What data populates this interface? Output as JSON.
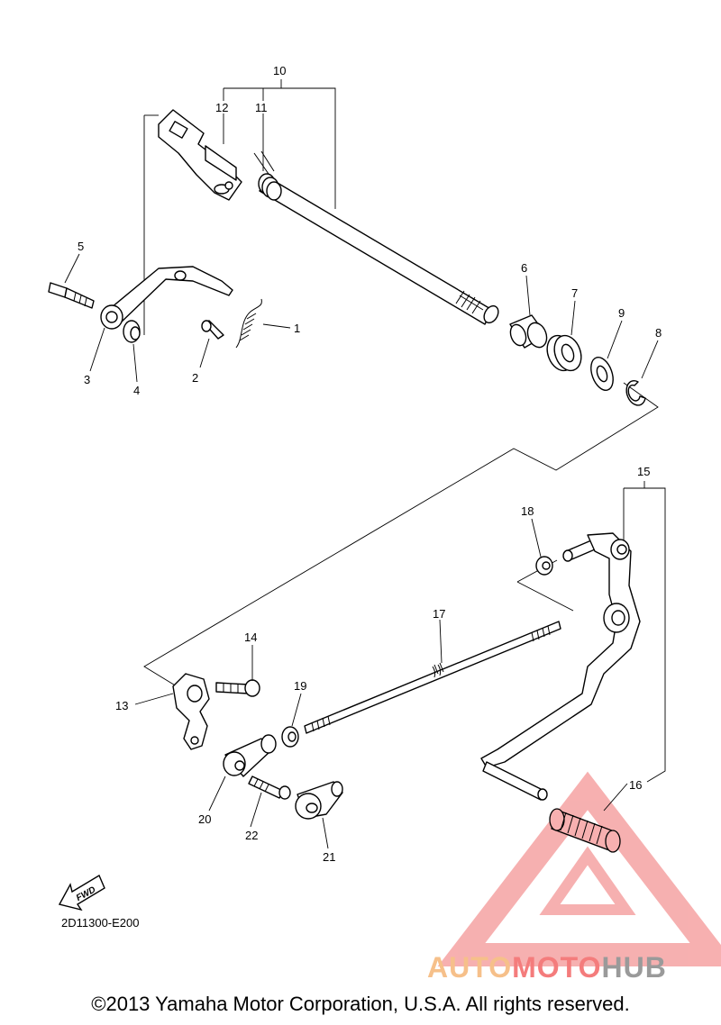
{
  "diagram": {
    "callouts": [
      "1",
      "2",
      "3",
      "4",
      "5",
      "6",
      "7",
      "8",
      "9",
      "10",
      "11",
      "12",
      "13",
      "14",
      "15",
      "16",
      "17",
      "18",
      "19",
      "20",
      "21",
      "22"
    ],
    "fwd_label": "FWD",
    "drawing_code": "2D11300-E200"
  },
  "watermark": {
    "part1": "AUTO",
    "part2": "MOTO",
    "part3": "HUB",
    "colors": {
      "auto": "#f6c08a",
      "moto": "#f47c7c",
      "hub": "#9a9a9a",
      "triangle": "#f4a0a0"
    }
  },
  "footer": {
    "copyright": "©2013 Yamaha Motor Corporation, U.S.A. All rights reserved."
  }
}
